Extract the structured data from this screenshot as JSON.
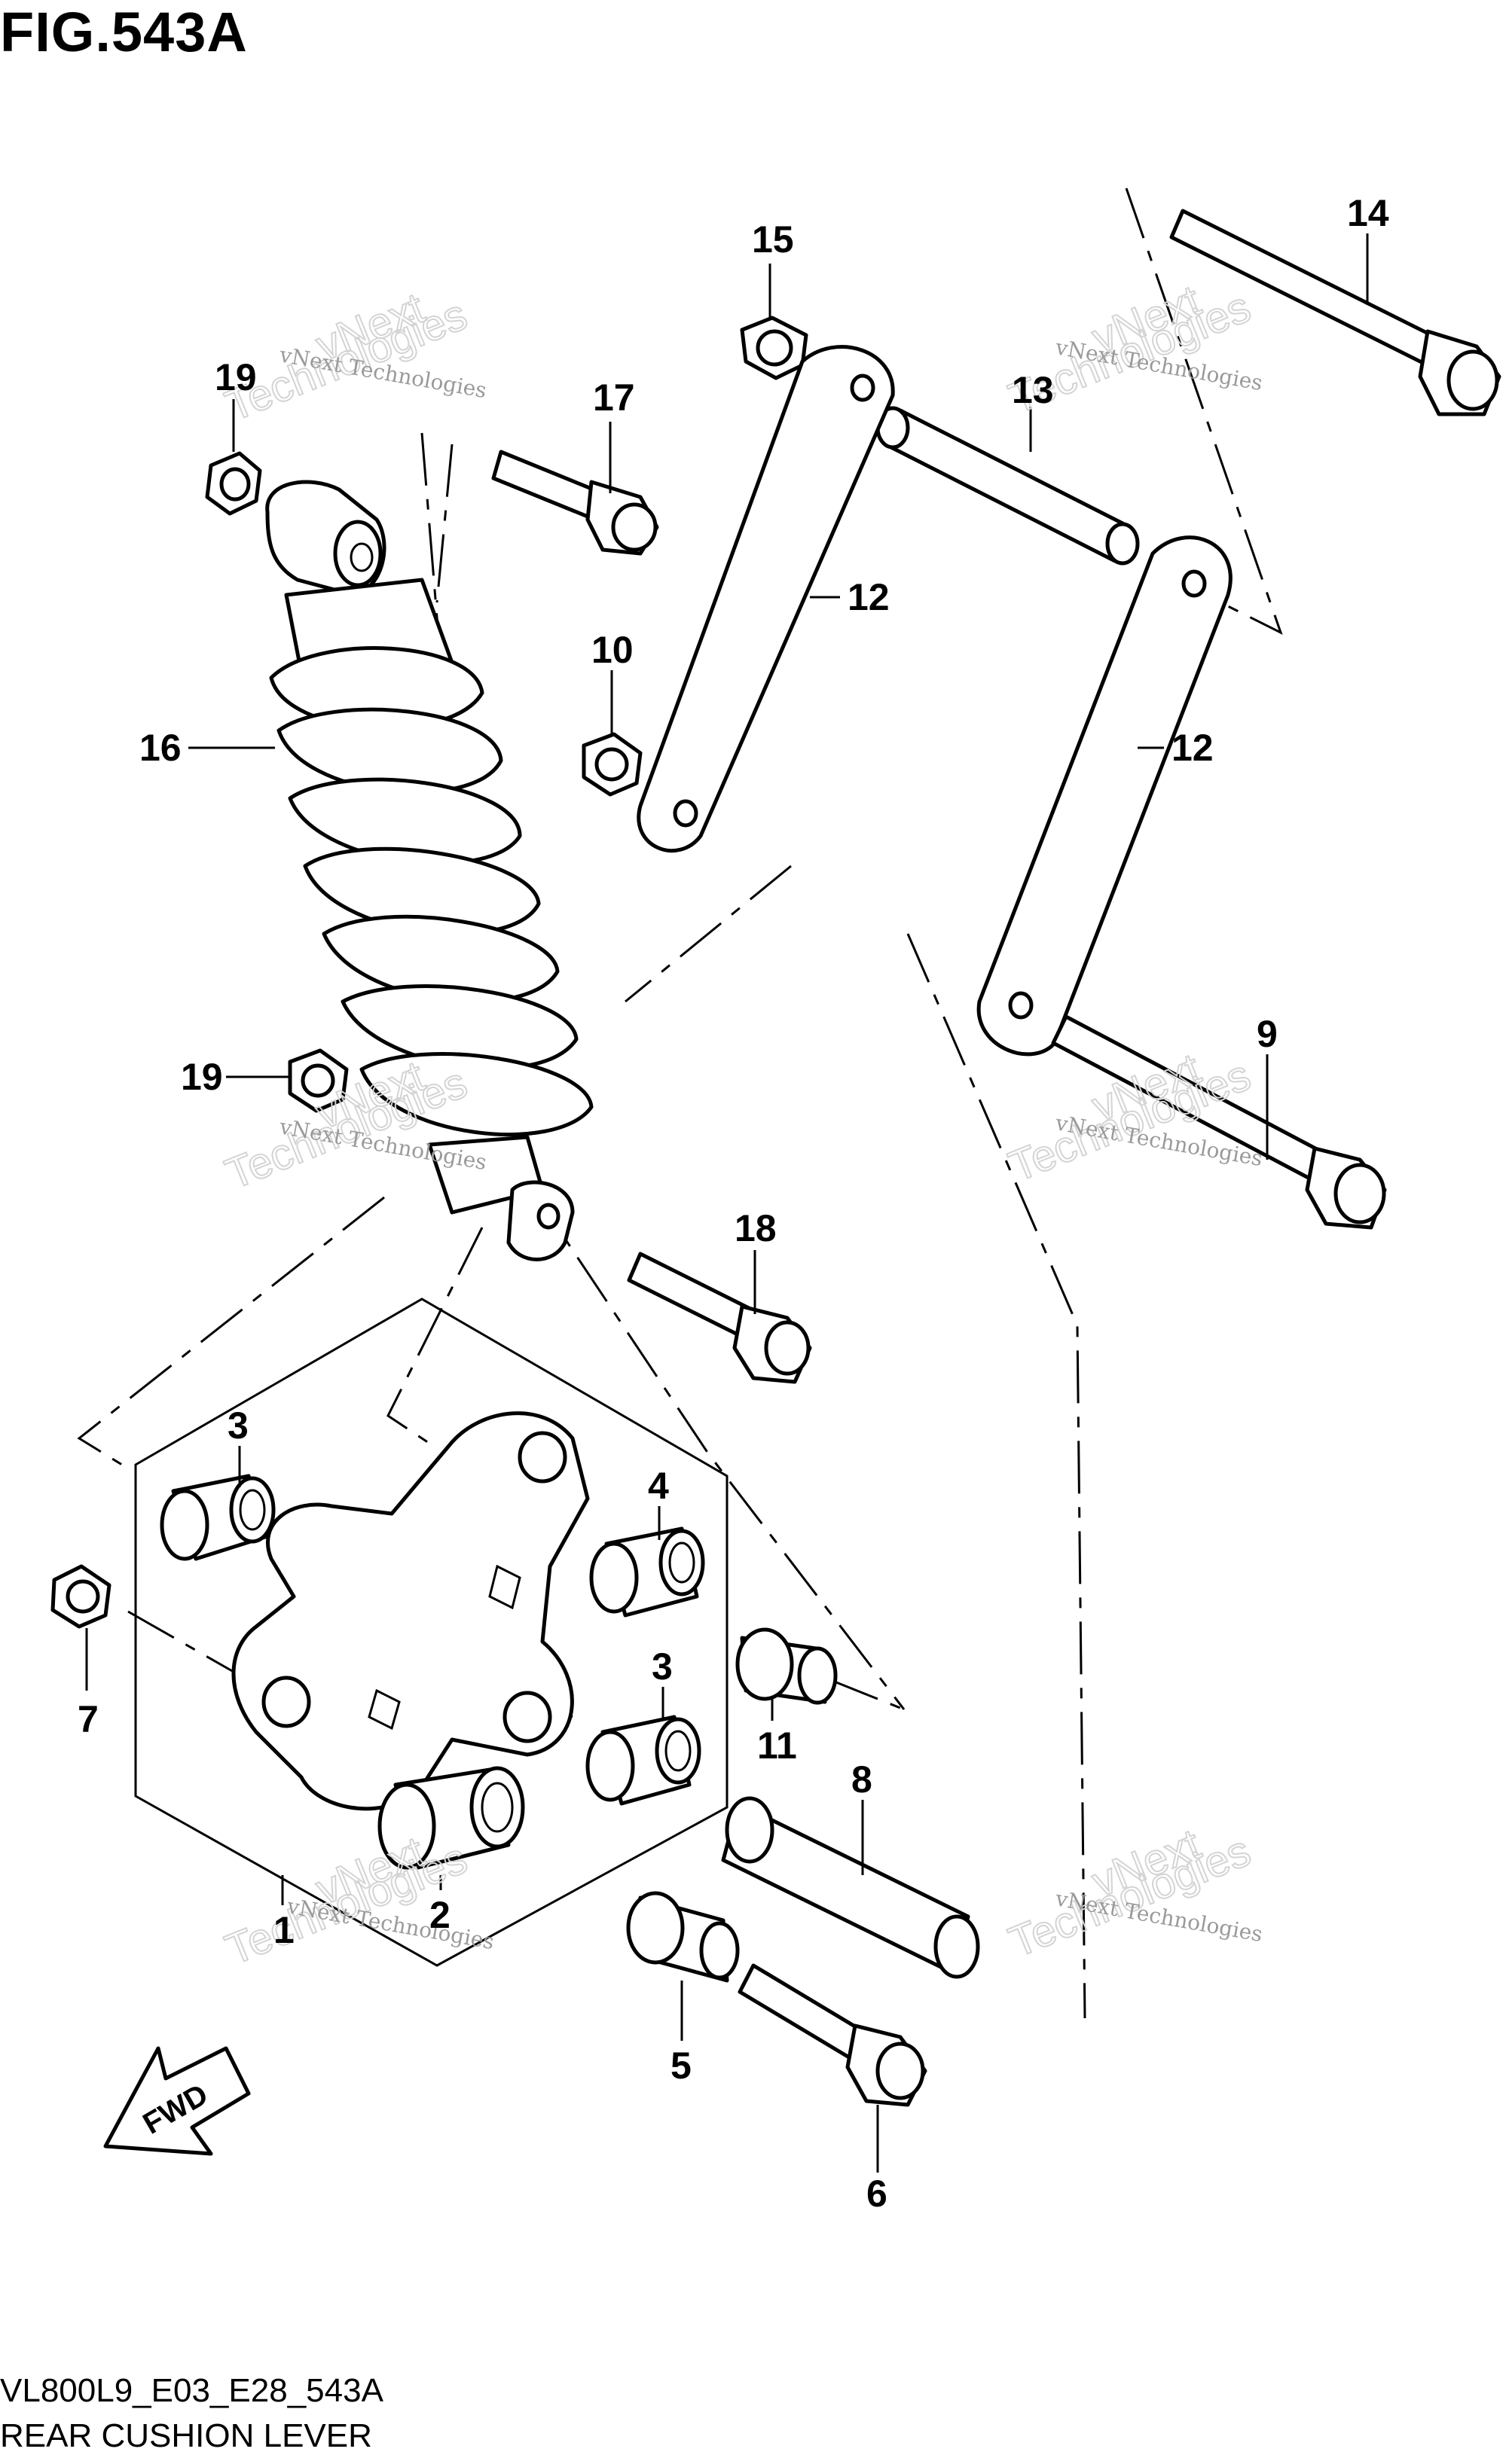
{
  "header": {
    "figure_title": "FIG.543A"
  },
  "footer": {
    "model_code": "VL800L9_E03_E28_543A",
    "diagram_name": "REAR CUSHION LEVER"
  },
  "direction_marker": {
    "label": "FWD"
  },
  "watermark": {
    "line1": "vNext Technologies",
    "line2_a": "vNext",
    "line2_b": "Technologies"
  },
  "callouts": {
    "c1": "1",
    "c2": "2",
    "c3a": "3",
    "c3b": "3",
    "c4": "4",
    "c5": "5",
    "c6": "6",
    "c7": "7",
    "c8": "8",
    "c9": "9",
    "c10": "10",
    "c11": "11",
    "c12a": "12",
    "c12b": "12",
    "c13": "13",
    "c14": "14",
    "c15": "15",
    "c16": "16",
    "c17": "17",
    "c18": "18",
    "c19a": "19",
    "c19b": "19"
  }
}
